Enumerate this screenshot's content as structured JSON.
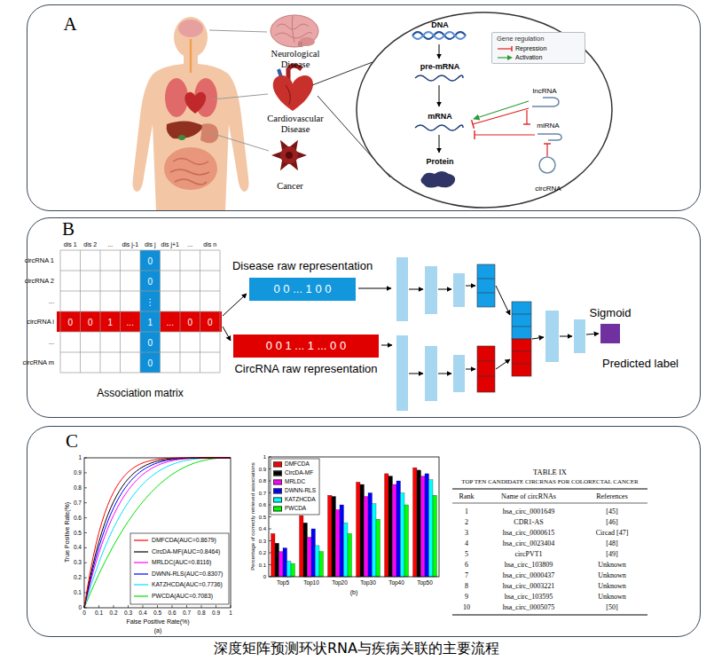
{
  "diagram": {
    "caption": "深度矩阵预测环状RNA与疾病关联的主要流程",
    "nodes": [
      {
        "text": [
          "A"
        ]
      },
      {
        "text": [
          "B"
        ]
      },
      {
        "text": [
          "C"
        ]
      },
      {
        "text": [
          "DNA",
          "pre-mRNA",
          "mRNA",
          "Protein",
          "lncRNA",
          "miRNA",
          "circRNA"
        ],
        "in": 0
      },
      {
        "text": [
          "Gene regulation"
        ],
        "in": 3
      },
      {
        "text": [
          "Disease raw representation",
          "0 0 ... 1 0 0"
        ],
        "in": 1
      },
      {
        "text": [
          "CircRNA raw representation",
          "0 0 1 ... 1 ... 0 0"
        ],
        "in": 1
      }
    ],
    "labels": [
      "Neurological Disease",
      "Cardiovascular Disease",
      "Cancer",
      "dis 1",
      "dis 2",
      "...",
      "dis j-1",
      "dis j",
      "dis j+1",
      "...",
      "dis n",
      "circRNA 1",
      "circRNA 2",
      "...",
      "circRNA i",
      "...",
      "circRNA m",
      "0",
      "0",
      "⋮",
      "0",
      "0",
      "1",
      "...",
      "1",
      "...",
      "0",
      "0",
      "0",
      "0",
      "Association matrix",
      "Sigmoid",
      "Predicted label",
      "True Positive Rate(%)",
      "1",
      "0.9",
      "0.8",
      "0.7",
      "0.6",
      "0.5",
      "0.4",
      "0.3",
      "0.2",
      "0.1",
      "0",
      "0",
      "0.1",
      "0.2",
      "0.3",
      "0.4",
      "0.5",
      "0.6",
      "0.7",
      "0.8",
      "0.9",
      "1",
      "False Positive Rate(%)",
      "(a)",
      "Percentage of correctly retrieved associations",
      "1",
      "0.9",
      "0.8",
      "0.7",
      "0.6",
      "0.5",
      "0.4",
      "0.3",
      "0.2",
      "0.1",
      "0",
      "Top5",
      "Top10",
      "Top20",
      "Top30",
      "Top40",
      "Top50",
      "(b)",
      "TABLE IX",
      "TOP TEN CANDIDATE CIRCRNAS FOR COLORECTAL CANCER",
      "Rank",
      "Name of circRNAs",
      "References",
      "1",
      "hsa_circ_0001649",
      "[45]",
      "2",
      "CDR1-AS",
      "[46]",
      "3",
      "hsa_circ_0000615",
      "Circad [47]",
      "4",
      "hsa_circ_0023404",
      "[48]",
      "5",
      "circPVT1",
      "[49]",
      "6",
      "hsa_circ_103809",
      "Unknown",
      "7",
      "hsa_circ_0000437",
      "Unknown",
      "8",
      "hsa_circ_0003221",
      "Unknown",
      "9",
      "hsa_circ_103595",
      "Unknown",
      "10",
      "hsa_circ_0005075",
      "[50]"
    ],
    "legend": [
      {
        "text": "Repression"
      },
      {
        "text": "Activation"
      },
      {
        "text": "DMFCDA(AUC=0.8679)"
      },
      {
        "text": "CircDA-MF(AUC=0.8464)"
      },
      {
        "text": "MRLDC(AUC=0.8116)"
      },
      {
        "text": "DWNN-RLS(AUC=0.8307)"
      },
      {
        "text": "KATZHCDA(AUC=0.7736)"
      },
      {
        "text": "PWCDA(AUC=0.7083)"
      },
      {
        "text": "DMFCDA",
        "color": "#ff0000"
      },
      {
        "text": "CircDA-MF",
        "color": "#000000"
      },
      {
        "text": "MRLDC",
        "color": "#ff00ff"
      },
      {
        "text": "DWNN-RLS",
        "color": "#0000ff"
      },
      {
        "text": "KATZHCDA",
        "color": "#00ffff"
      },
      {
        "text": "PWCDA",
        "color": "#00ff00"
      }
    ]
  }
}
